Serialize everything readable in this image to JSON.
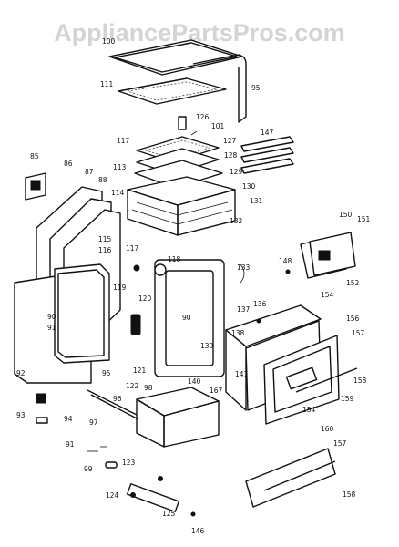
{
  "watermark": "AppliancePartsPros.com",
  "callouts": [
    {
      "id": "100",
      "text": "100"
    },
    {
      "id": "111",
      "text": "111"
    },
    {
      "id": "95a",
      "text": "95"
    },
    {
      "id": "126",
      "text": "126"
    },
    {
      "id": "101",
      "text": "101"
    },
    {
      "id": "147",
      "text": "147"
    },
    {
      "id": "117a",
      "text": "117"
    },
    {
      "id": "127",
      "text": "127"
    },
    {
      "id": "128",
      "text": "128"
    },
    {
      "id": "113",
      "text": "113"
    },
    {
      "id": "129",
      "text": "129"
    },
    {
      "id": "130",
      "text": "130"
    },
    {
      "id": "131",
      "text": "131"
    },
    {
      "id": "132",
      "text": "132"
    },
    {
      "id": "85",
      "text": "85"
    },
    {
      "id": "86",
      "text": "86"
    },
    {
      "id": "87",
      "text": "87"
    },
    {
      "id": "88",
      "text": "88"
    },
    {
      "id": "114",
      "text": "114"
    },
    {
      "id": "115",
      "text": "115"
    },
    {
      "id": "116",
      "text": "116"
    },
    {
      "id": "117b",
      "text": "117"
    },
    {
      "id": "118",
      "text": "118"
    },
    {
      "id": "133",
      "text": "133"
    },
    {
      "id": "150",
      "text": "150"
    },
    {
      "id": "151",
      "text": "151"
    },
    {
      "id": "152",
      "text": "152"
    },
    {
      "id": "148",
      "text": "148"
    },
    {
      "id": "119",
      "text": "119"
    },
    {
      "id": "120",
      "text": "120"
    },
    {
      "id": "90a",
      "text": "90"
    },
    {
      "id": "90b",
      "text": "90"
    },
    {
      "id": "91",
      "text": "91"
    },
    {
      "id": "137",
      "text": "137"
    },
    {
      "id": "136",
      "text": "136"
    },
    {
      "id": "154a",
      "text": "154"
    },
    {
      "id": "156",
      "text": "156"
    },
    {
      "id": "157a",
      "text": "157"
    },
    {
      "id": "138",
      "text": "138"
    },
    {
      "id": "139",
      "text": "139"
    },
    {
      "id": "92",
      "text": "92"
    },
    {
      "id": "95b",
      "text": "95"
    },
    {
      "id": "121",
      "text": "121"
    },
    {
      "id": "141",
      "text": "141"
    },
    {
      "id": "158a",
      "text": "158"
    },
    {
      "id": "159",
      "text": "159"
    },
    {
      "id": "140",
      "text": "140"
    },
    {
      "id": "122",
      "text": "122"
    },
    {
      "id": "98",
      "text": "98"
    },
    {
      "id": "167",
      "text": "167"
    },
    {
      "id": "96",
      "text": "96"
    },
    {
      "id": "93",
      "text": "93"
    },
    {
      "id": "94",
      "text": "94"
    },
    {
      "id": "97",
      "text": "97"
    },
    {
      "id": "154b",
      "text": "154"
    },
    {
      "id": "160",
      "text": "160"
    },
    {
      "id": "157b",
      "text": "157"
    },
    {
      "id": "91b",
      "text": "91"
    },
    {
      "id": "99",
      "text": "99"
    },
    {
      "id": "123",
      "text": "123"
    },
    {
      "id": "158b",
      "text": "158"
    },
    {
      "id": "124",
      "text": "124"
    },
    {
      "id": "125",
      "text": "125"
    },
    {
      "id": "146",
      "text": "146"
    }
  ]
}
